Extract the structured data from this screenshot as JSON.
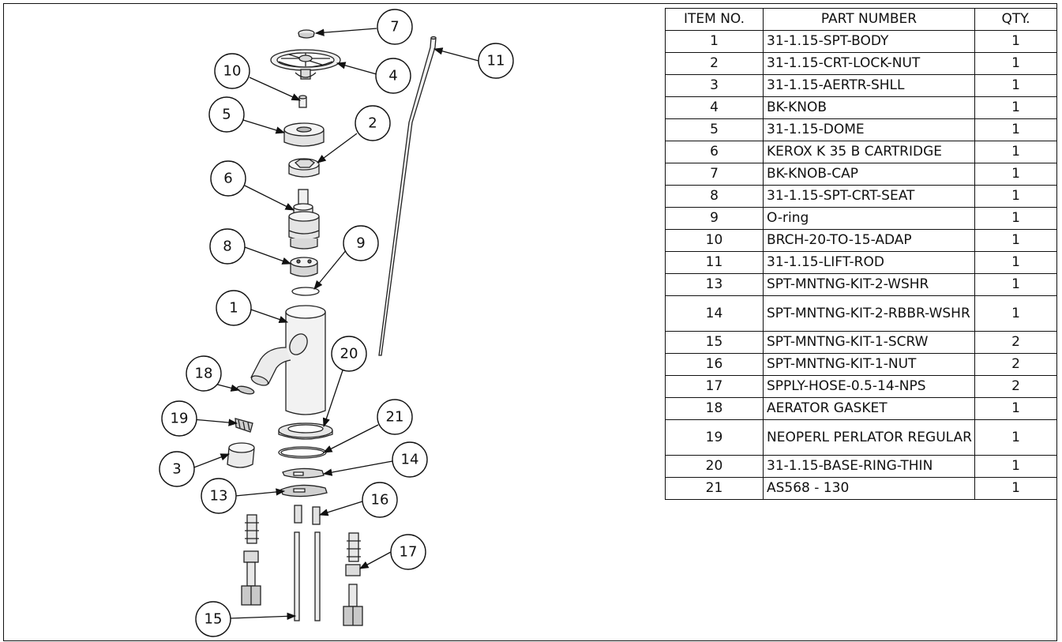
{
  "bom": {
    "headers": {
      "item": "ITEM NO.",
      "part": "PART NUMBER",
      "qty": "QTY."
    },
    "rows": [
      {
        "item": "1",
        "part": "31-1.15-SPT-BODY",
        "qty": "1"
      },
      {
        "item": "2",
        "part": "31-1.15-CRT-LOCK-NUT",
        "qty": "1"
      },
      {
        "item": "3",
        "part": "31-1.15-AERTR-SHLL",
        "qty": "1"
      },
      {
        "item": "4",
        "part": "BK-KNOB",
        "qty": "1"
      },
      {
        "item": "5",
        "part": "31-1.15-DOME",
        "qty": "1"
      },
      {
        "item": "6",
        "part": "KEROX K 35 B CARTRIDGE",
        "qty": "1"
      },
      {
        "item": "7",
        "part": "BK-KNOB-CAP",
        "qty": "1"
      },
      {
        "item": "8",
        "part": "31-1.15-SPT-CRT-SEAT",
        "qty": "1"
      },
      {
        "item": "9",
        "part": "O-ring",
        "qty": "1"
      },
      {
        "item": "10",
        "part": "BRCH-20-TO-15-ADAP",
        "qty": "1"
      },
      {
        "item": "11",
        "part": "31-1.15-LIFT-ROD",
        "qty": "1"
      },
      {
        "item": "13",
        "part": "SPT-MNTNG-KIT-2-WSHR",
        "qty": "1"
      },
      {
        "item": "14",
        "part": "SPT-MNTNG-KIT-2-RBBR-WSHR",
        "qty": "1"
      },
      {
        "item": "15",
        "part": "SPT-MNTNG-KIT-1-SCRW",
        "qty": "2"
      },
      {
        "item": "16",
        "part": "SPT-MNTNG-KIT-1-NUT",
        "qty": "2"
      },
      {
        "item": "17",
        "part": "SPPLY-HOSE-0.5-14-NPS",
        "qty": "2"
      },
      {
        "item": "18",
        "part": "AERATOR GASKET",
        "qty": "1"
      },
      {
        "item": "19",
        "part": "NEOPERL PERLATOR REGULAR",
        "qty": "1"
      },
      {
        "item": "20",
        "part": "31-1.15-BASE-RING-THIN",
        "qty": "1"
      },
      {
        "item": "21",
        "part": "AS568 - 130",
        "qty": "1"
      }
    ]
  },
  "balloons": [
    "7",
    "11",
    "4",
    "10",
    "5",
    "2",
    "6",
    "8",
    "9",
    "1",
    "20",
    "18",
    "21",
    "19",
    "14",
    "3",
    "13",
    "16",
    "17",
    "15"
  ]
}
